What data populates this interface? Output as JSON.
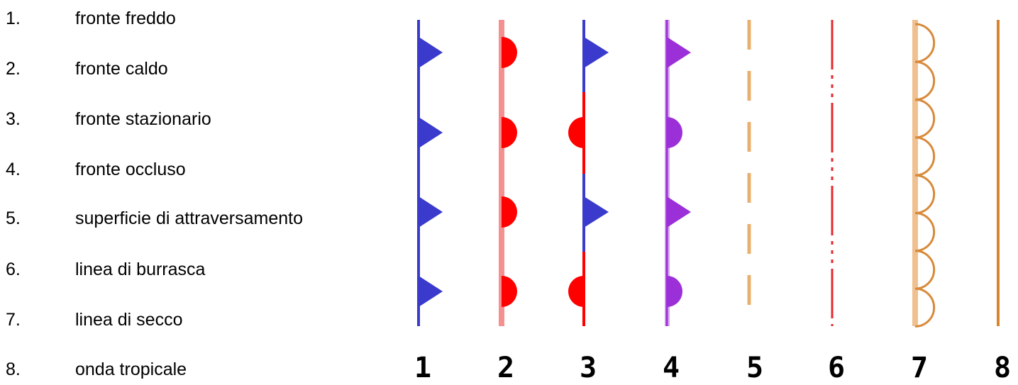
{
  "legend": [
    {
      "num": "1.",
      "label": "fronte freddo"
    },
    {
      "num": "2.",
      "label": "fronte caldo"
    },
    {
      "num": "3.",
      "label": "fronte stazionario"
    },
    {
      "num": "4.",
      "label": "fronte occluso"
    },
    {
      "num": "5.",
      "label": "superficie di attraversamento"
    },
    {
      "num": "6.",
      "label": "linea di burrasca"
    },
    {
      "num": "7.",
      "label": "linea di secco"
    },
    {
      "num": "8.",
      "label": "onda tropicale"
    }
  ],
  "columns": [
    "1",
    "2",
    "3",
    "4",
    "5",
    "6",
    "7",
    "8"
  ],
  "colors": {
    "cold": "#3a3acc",
    "warm": "#ff0000",
    "warm_line": "#f59090",
    "occluded": "#9b30d8",
    "occluded_line": "#d8a8ee",
    "trough": "#e8b070",
    "squall": "#e8292e",
    "dryline": "#d88a3a",
    "dryline_fill": "#f0c090",
    "tropical": "#d8852e"
  }
}
